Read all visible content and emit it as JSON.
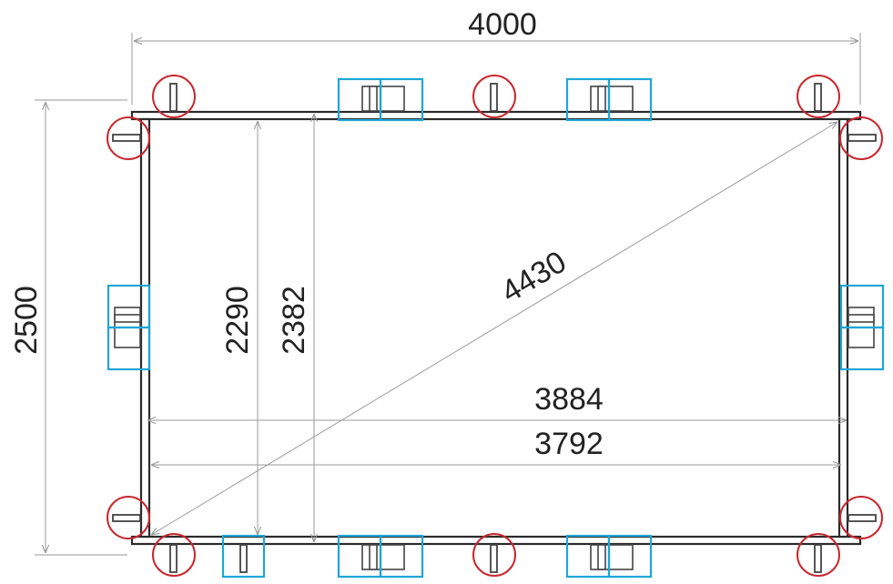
{
  "dimensions": {
    "overall_width": "4000",
    "overall_height": "2500",
    "diagonal": "4430",
    "inner_width_outer": "3884",
    "inner_width_inner": "3792",
    "inner_height_inner": "2290",
    "inner_height_outer": "2382"
  },
  "colors": {
    "circle_marker": "#c8282f",
    "square_marker": "#1ea6d6",
    "frame": "#2a2a2a",
    "dimension_line": "#9a9a9a"
  },
  "icons": {
    "circle_marker": "circle-marker-icon",
    "square_marker": "square-marker-icon"
  }
}
